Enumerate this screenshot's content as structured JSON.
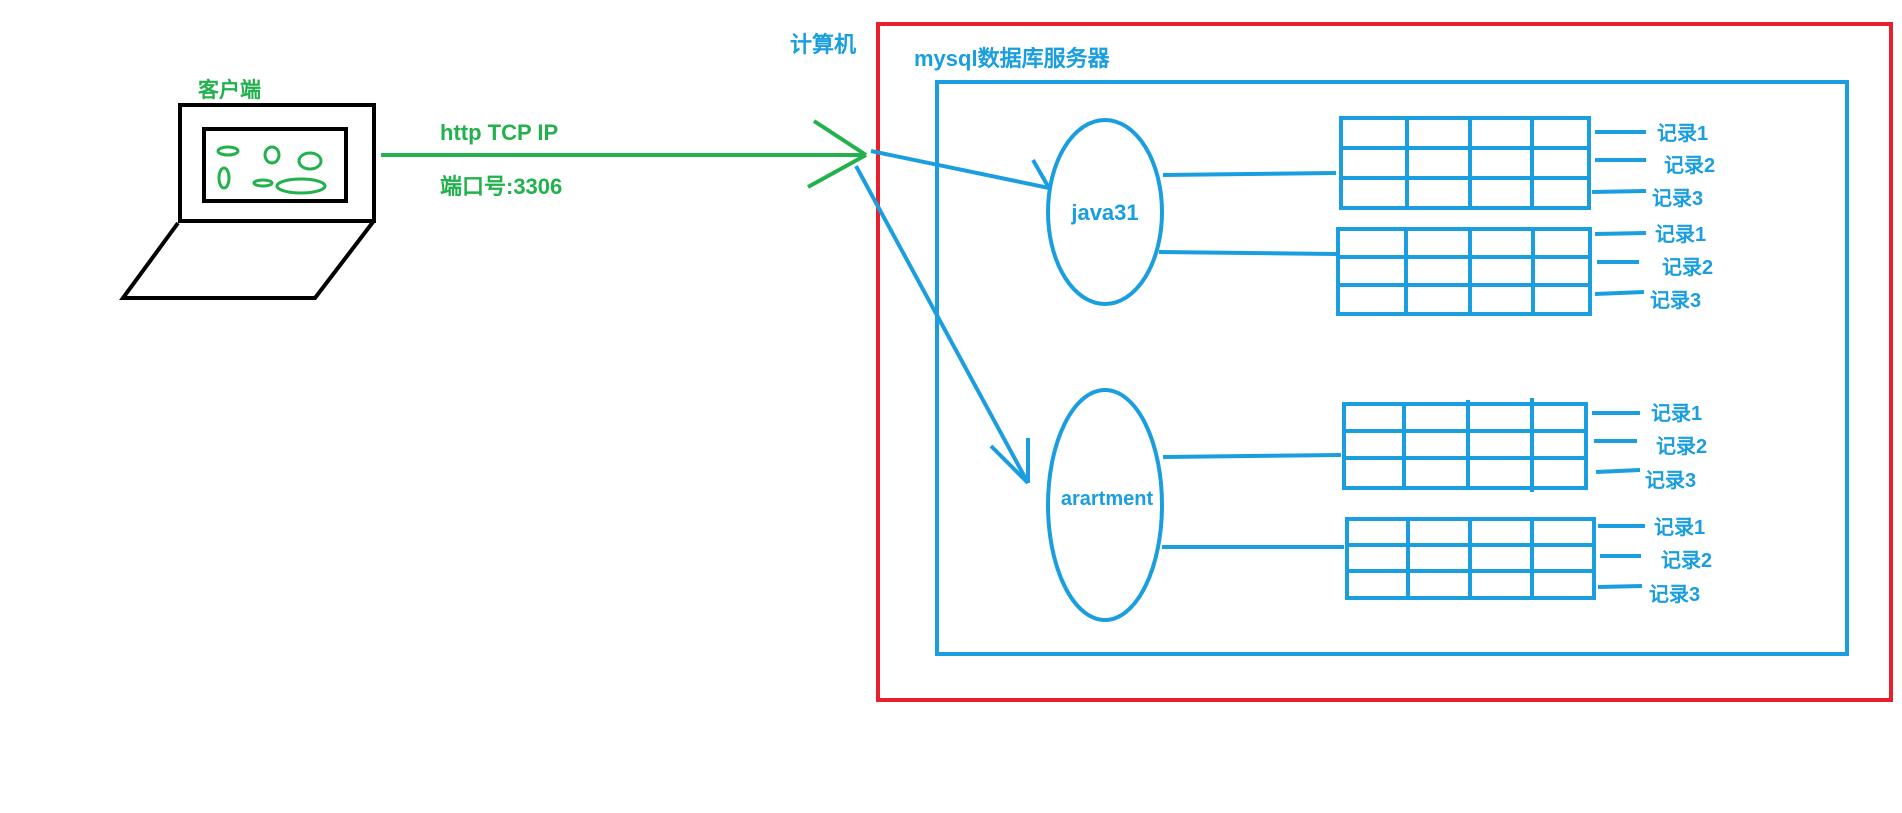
{
  "client": {
    "label": "客户端",
    "protocol": "http TCP IP",
    "port": "端口号:3306"
  },
  "computer": {
    "label": "计算机"
  },
  "server": {
    "label": "mysql数据库服务器"
  },
  "databases": [
    {
      "name": "java31",
      "tables": [
        {
          "records": [
            "记录1",
            "记录2",
            "记录3"
          ]
        },
        {
          "records": [
            "记录1",
            "记录2",
            "记录3"
          ]
        }
      ]
    },
    {
      "name": "arartment",
      "tables": [
        {
          "records": [
            "记录1",
            "记录2",
            "记录3"
          ]
        },
        {
          "records": [
            "记录1",
            "记录2",
            "记录3"
          ]
        }
      ]
    }
  ],
  "colors": {
    "green": "#22b14c",
    "blue": "#1a9ee0",
    "red": "#e8202c",
    "black": "#000000"
  }
}
